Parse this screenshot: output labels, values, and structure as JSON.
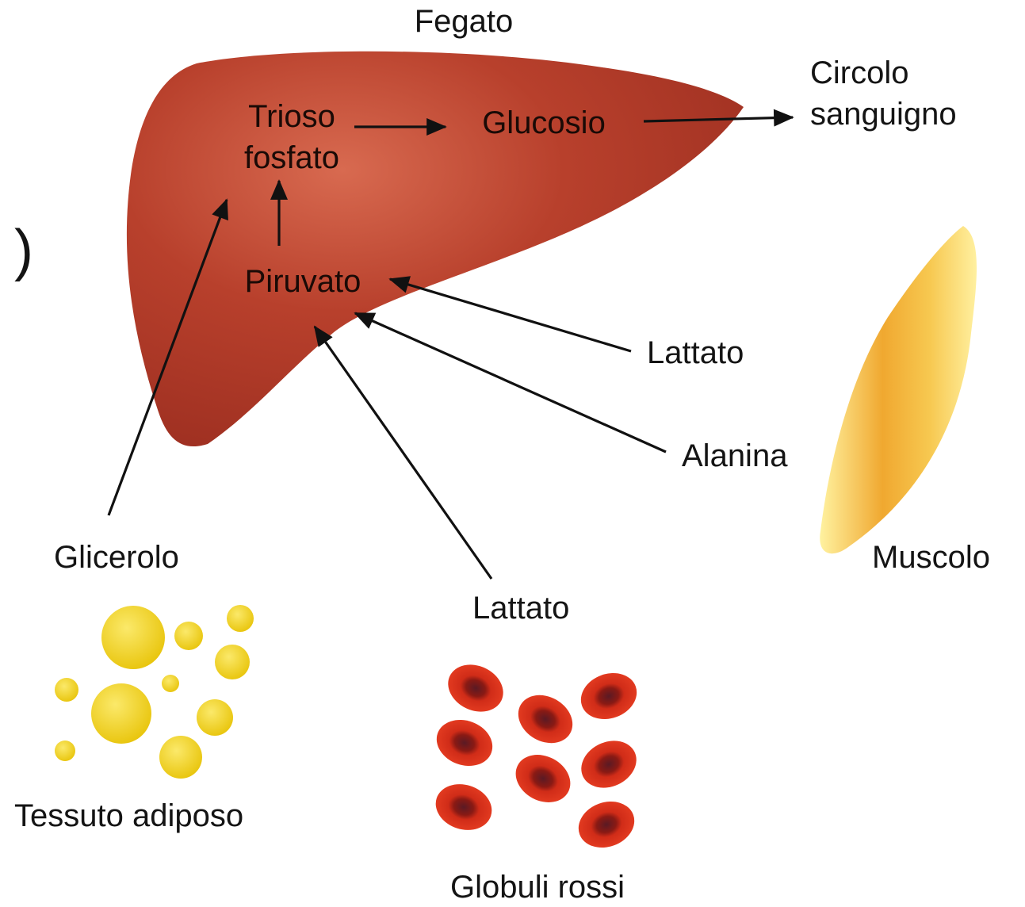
{
  "labels": {
    "fegato": "Fegato",
    "trioso_line1": "Trioso",
    "trioso_line2": "fosfato",
    "glucosio": "Glucosio",
    "circolo_line1": "Circolo",
    "circolo_line2": "sanguigno",
    "piruvato": "Piruvato",
    "lattato_muscolo": "Lattato",
    "alanina": "Alanina",
    "muscolo": "Muscolo",
    "glicerolo": "Glicerolo",
    "lattato_globuli": "Lattato",
    "tessuto_adiposo": "Tessuto adiposo",
    "globuli_rossi": "Globuli rossi",
    "edge_fragment": ")"
  },
  "colors": {
    "liver": "#b03c2a",
    "fat_droplet": "#f0d018",
    "muscle": "#f5c040",
    "red_cell": "#d42a16",
    "red_cell_core": "#3a1020"
  },
  "icons": [
    "liver-shape",
    "muscle-cell-icon",
    "fat-droplet-icon",
    "red-blood-cell-icon"
  ]
}
